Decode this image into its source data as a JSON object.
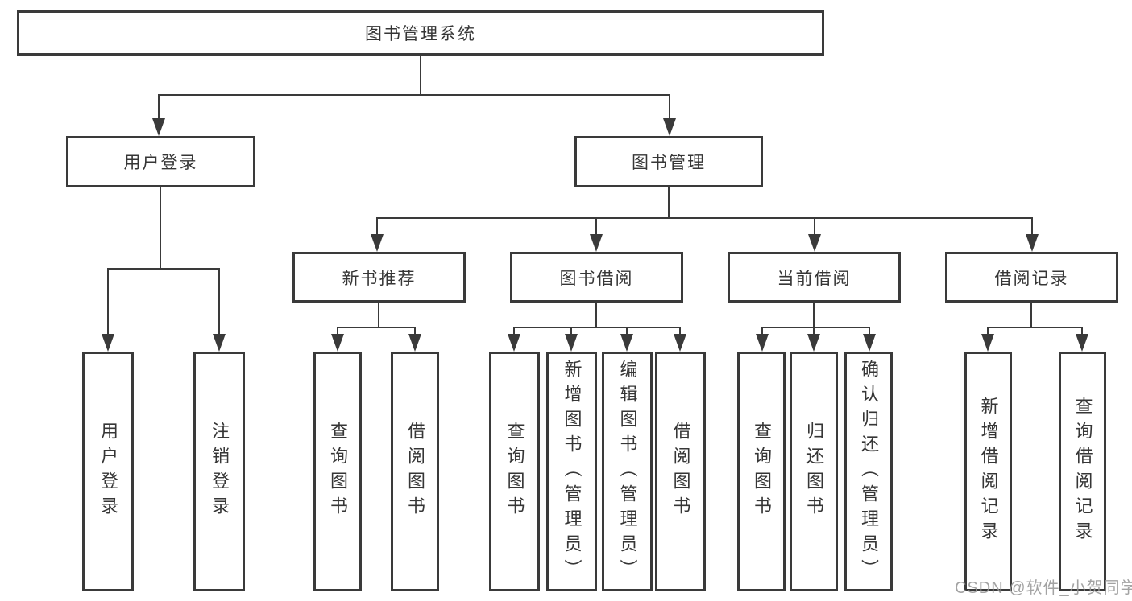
{
  "diagram": {
    "root": "图书管理系统",
    "branches": [
      {
        "label": "用户登录",
        "children": [
          "用户登录",
          "注销登录"
        ]
      },
      {
        "label": "图书管理",
        "children": [
          {
            "label": "新书推荐",
            "children": [
              "查询图书",
              "借阅图书"
            ]
          },
          {
            "label": "图书借阅",
            "children": [
              "查询图书",
              "新增图书（管理员）",
              "编辑图书（管理员）",
              "借阅图书"
            ]
          },
          {
            "label": "当前借阅",
            "children": [
              "查询图书",
              "归还图书",
              "确认归还（管理员）"
            ]
          },
          {
            "label": "借阅记录",
            "children": [
              "新增借阅记录",
              "查询借阅记录"
            ]
          }
        ]
      }
    ]
  },
  "watermark": "CSDN @软件_小贺同学",
  "colors": {
    "line": "#3a3a3a",
    "text": "#363636",
    "watermark": "#969696",
    "background": "#ffffff"
  }
}
